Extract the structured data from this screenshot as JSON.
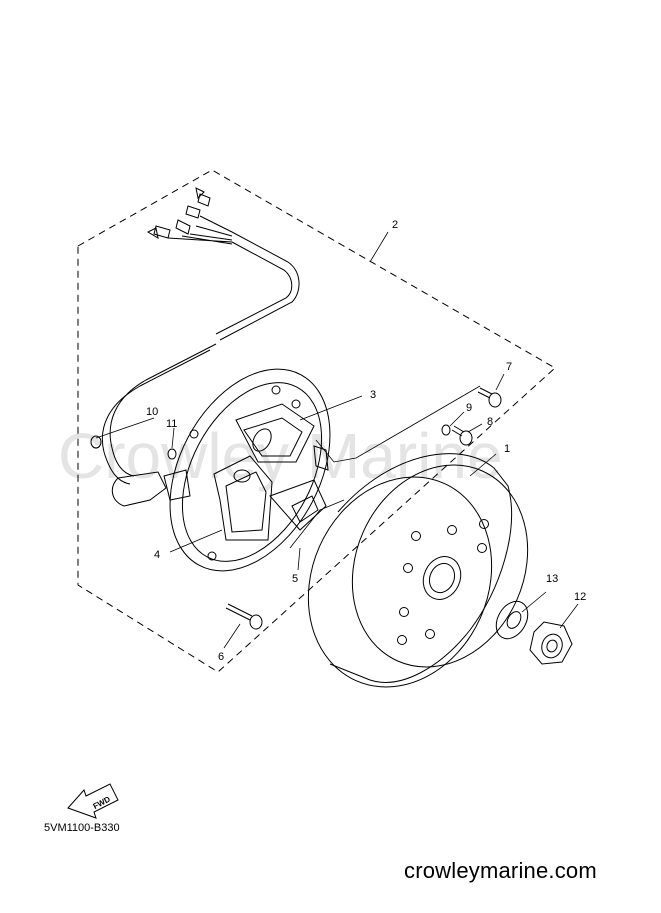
{
  "watermark": "Crowley Marine",
  "part_numbers": [
    "1",
    "2",
    "3",
    "4",
    "5",
    "6",
    "7",
    "8",
    "9",
    "10",
    "11",
    "12",
    "13"
  ],
  "direction_label": "FWD",
  "diagram_code": "5VM1100-B330",
  "site": "crowleymarine.com"
}
